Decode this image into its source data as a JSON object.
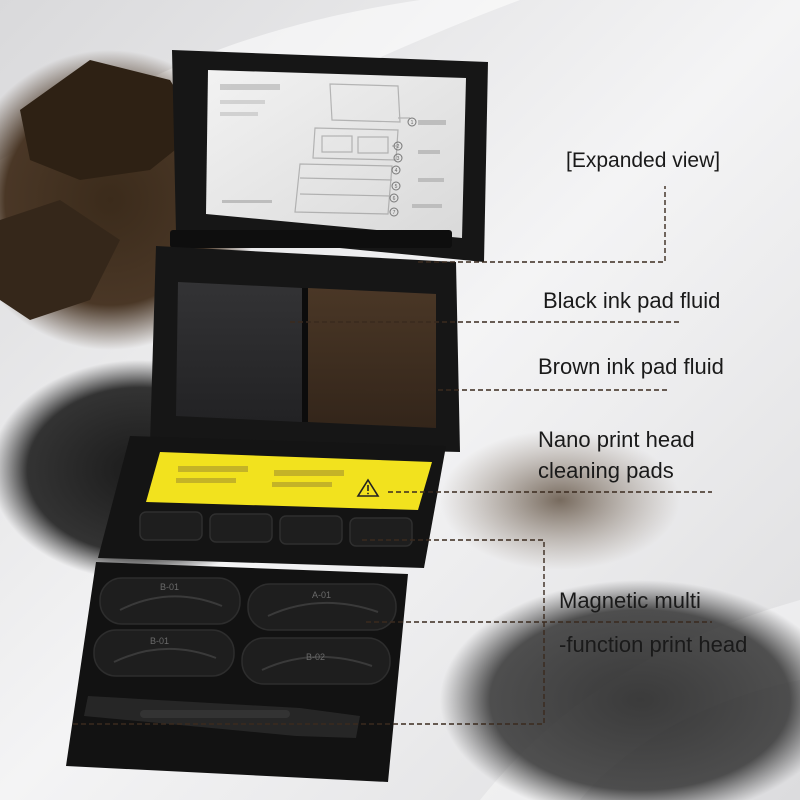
{
  "labels": {
    "expanded_view": "[Expanded view]",
    "black_ink": "Black ink pad fluid",
    "brown_ink": "Brown ink pad fluid",
    "nano_line1": "Nano print head",
    "nano_line2": "cleaning pads",
    "magnetic_line1": "Magnetic multi",
    "magnetic_line2": "-function print head"
  },
  "pad_labels": [
    "B-01",
    "A-01",
    "B-01",
    "B-02"
  ],
  "diagram_numbers": [
    "1",
    "2",
    "3",
    "4",
    "5",
    "6",
    "7"
  ],
  "colors": {
    "case_black": "#161616",
    "black_pad": "#2a2a2b",
    "brown_pad": "#3e2d1d",
    "yellow_label": "#f2e21e",
    "leader_line": "#3a2a1e"
  }
}
